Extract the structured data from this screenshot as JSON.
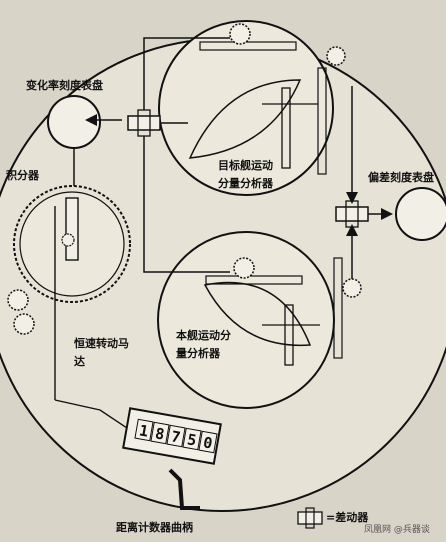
{
  "labels": {
    "rate_dial": "变化率刻度表盘",
    "integrator": "积分器",
    "target_analyzer_line1": "目标舰运动",
    "target_analyzer_line2": "分量分析器",
    "bias_dial": "偏差刻度表盘",
    "own_analyzer_line1": "本舰运动分",
    "own_analyzer_line2": "量分析器",
    "motor_line1": "恒速转动马",
    "motor_line2": "达",
    "counter_curve": "距离计数器曲柄",
    "differential_legend": "=差动器"
  },
  "counter": {
    "digits": [
      "1",
      "8",
      "7",
      "5",
      "0"
    ]
  },
  "watermark": "凤凰网 @兵器谈",
  "colors": {
    "ink": "#111111",
    "paper": "#d8d4c8",
    "panel": "#e6e2d6"
  }
}
